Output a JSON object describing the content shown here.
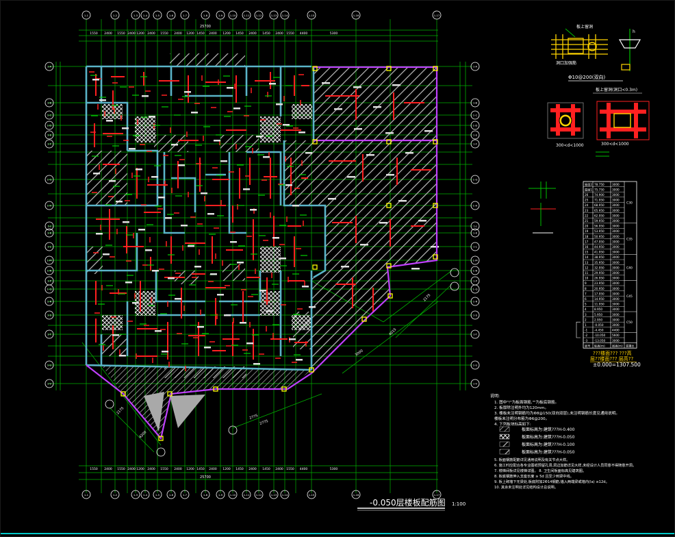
{
  "drawing": {
    "title": "-0.050层楼板配筋图",
    "scale": "1:100",
    "top_dim_total": "25700",
    "bottom_dim_total": "25700",
    "top_dims": [
      "1550",
      "2400",
      "1550",
      "2400",
      "1200",
      "2400",
      "1550",
      "2400",
      "1200",
      "1450",
      "2400",
      "1200",
      "1450",
      "2400",
      "1450",
      "2400",
      "1550",
      "4400",
      "5300"
    ],
    "bottom_dims": [
      "1550",
      "2400",
      "1550",
      "2400",
      "1200",
      "2400",
      "1550",
      "2400",
      "1200",
      "1450",
      "2400",
      "1200",
      "1450",
      "2400",
      "1450",
      "2400",
      "1550",
      "4400",
      "5300"
    ],
    "axis_bubbles_top": [
      "1-1",
      "1-2",
      "1-3",
      "1-4",
      "1-5",
      "1-6",
      "1-7",
      "1-8",
      "1-9",
      "1-10",
      "1-11",
      "1-12",
      "1-13",
      "1-14",
      "1-15",
      "1-16",
      "1-17"
    ],
    "axis_bubbles_left": [
      "1-A",
      "1-B",
      "1-C",
      "1-D",
      "1-E",
      "1-F",
      "1-G",
      "1-H",
      "1-J",
      "1-K",
      "1-L",
      "1-M",
      "1-N",
      "1-P",
      "1-Q",
      "1-R",
      "1-S",
      "1-T",
      "1-U",
      "1-V"
    ],
    "diag_dims": [
      "2175",
      "4200",
      "2775",
      "2775",
      "3000",
      "4015",
      "2175"
    ]
  },
  "details": {
    "detail1_label": "Φ10@200(双向)",
    "detail2_caption": "板上留洞(洞口<0.3m)",
    "detail3_left": "300<d<1000",
    "detail3_right": "300<d<1000"
  },
  "floor_table": {
    "title": "结构层楼面标高及层高",
    "headers": [
      "层号",
      "标高(m)",
      "层高(m)",
      "混凝土"
    ],
    "rows": [
      [
        "屋面2",
        "78.750",
        "3000"
      ],
      [
        "屋面1",
        "75.750",
        "3000"
      ],
      [
        "26",
        "74.900",
        "3000"
      ],
      [
        "25",
        "71.950",
        "3000"
      ],
      [
        "24",
        "68.950",
        "3000"
      ],
      [
        "23",
        "65.950",
        "3000"
      ],
      [
        "22",
        "62.950",
        "3000"
      ],
      [
        "21",
        "59.950",
        "3000"
      ],
      [
        "20",
        "56.950",
        "3000"
      ],
      [
        "19",
        "53.950",
        "3000"
      ],
      [
        "18",
        "50.950",
        "3000"
      ],
      [
        "17",
        "47.950",
        "3000"
      ],
      [
        "16",
        "44.950",
        "3000"
      ],
      [
        "15",
        "41.950",
        "3000"
      ],
      [
        "14",
        "38.950",
        "3000"
      ],
      [
        "13",
        "35.950",
        "3000"
      ],
      [
        "12",
        "32.950",
        "3000"
      ],
      [
        "11",
        "29.950",
        "3000"
      ],
      [
        "10",
        "26.950",
        "3000"
      ],
      [
        "9",
        "23.950",
        "3000"
      ],
      [
        "8",
        "20.950",
        "3000"
      ],
      [
        "7",
        "17.950",
        "3000"
      ],
      [
        "6",
        "14.950",
        "3000"
      ],
      [
        "5",
        "11.950",
        "3000"
      ],
      [
        "4",
        "8.950",
        "3000"
      ],
      [
        "3",
        "5.950",
        "3000"
      ],
      [
        "2",
        "2.950",
        "3000"
      ],
      [
        "1",
        "-0.050",
        "3000"
      ],
      [
        "-1",
        "-4.450",
        "4400"
      ],
      [
        "-2",
        "-10.050",
        "5600"
      ],
      [
        "-3",
        "-13.050",
        "3000"
      ]
    ],
    "concrete_groups": [
      "C30",
      "C35",
      "C40",
      "C45",
      "C50"
    ],
    "footer1": "???楼面??? ???高",
    "footer2": "层??楼面??? 层高??",
    "footer3": "±0.000=1307.500"
  },
  "notes": {
    "heading": "说明:",
    "lines": [
      "1. 图中\"!\"为板面钢筋,\"\"为板底钢筋。",
      "2. 板厚除注明外均为120mm。",
      "3. 楼板未注明钢筋均为Φ8@150(双向双层),未注明钢筋长度见通用说明。",
      "   楼板未注明分布筋为Φ6@200。",
      "4. 下列板块标高如下:"
    ],
    "legend": [
      "板面标高为:建筑???H-0.400",
      "板面标高为:建筑???H-0.050",
      "板面标高为:建筑???H-0.100",
      "板面标高为:建筑???H-0.050"
    ],
    "lines2": [
      "5. 板面钢筋配筋详见通用说明及有关节点大样。",
      "6. 施工时应配合各专业图纸预留孔洞,洞边加筋详见大样,未经设计人员同意不得随意开洞。",
      "7. 楼梯间板详见楼梯详图。 8. 卫生间板面标高见建筑图。",
      "8. 板底钢筋伸入支座长度 ≥ 5d 且至少到梁中线。",
      "9. 板上砌墙下无梁处,板底附加2Φ14钢筋,锚入两端梁或墙内(la) ≥12d。",
      "10. 其余未注明处详见结构设计总说明。"
    ]
  },
  "colors": {
    "background": "#000000",
    "axis": "#00c000",
    "wall": "#5ab4c8",
    "rebar": "#ff2020",
    "boundary": "#c040ff",
    "hatch": "#c0c0c0",
    "column": "#ffff00",
    "text": "#ffffff",
    "detail_yellow": "#ffd400"
  }
}
